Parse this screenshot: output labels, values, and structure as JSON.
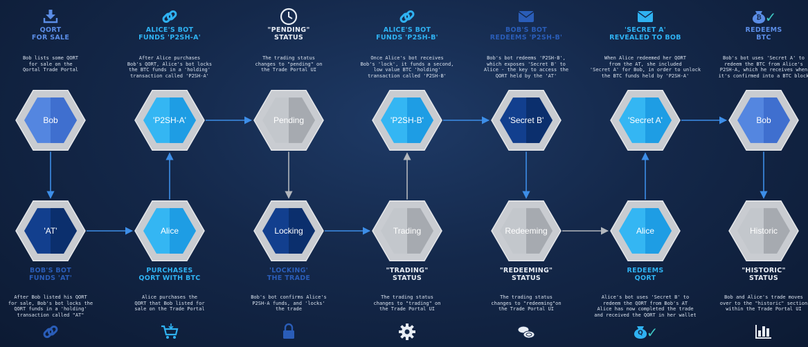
{
  "colors": {
    "dark_blue": "#103f8c",
    "mid_blue": "#4a78d6",
    "cyan": "#29a9ee",
    "grey": "#b3b7bd",
    "connector": "#3d8ee8"
  },
  "top_row": [
    {
      "node": "Bob",
      "style": "mid_blue",
      "icon": "download-icon",
      "title": [
        "QORT",
        "FOR SALE"
      ],
      "title_color": "#5b8de6",
      "desc": [
        "Bob lists some QORT",
        "for sale on the",
        "Qortal Trade Portal"
      ]
    },
    {
      "node": "'P2SH-A'",
      "style": "cyan",
      "icon": "link-icon",
      "title": [
        "ALICE'S BOT",
        "FUNDS 'P2SH-A'"
      ],
      "title_color": "#2fb2f2",
      "desc": [
        "After Alice purchases",
        "Bob's QORT, Alice's bot locks",
        "the BTC funds in a 'holding'",
        "transaction called 'P2SH-A'"
      ]
    },
    {
      "node": "Pending",
      "style": "grey",
      "icon": "clock-icon",
      "title": [
        "\"PENDING\"",
        "STATUS"
      ],
      "title_color": "#e8edf4",
      "desc": [
        "The trading status",
        "changes to \"pending\" on",
        "the Trade Portal UI"
      ]
    },
    {
      "node": "'P2SH-B'",
      "style": "cyan",
      "icon": "link-icon",
      "title": [
        "ALICE'S BOT",
        "FUNDS 'P2SH-B'"
      ],
      "title_color": "#2fb2f2",
      "desc": [
        "Once Alice's bot receives",
        "Bob's 'lock', it funds a second,",
        "low value BTC 'holding'",
        "transaction called 'P2SH-B'"
      ]
    },
    {
      "node": "'Secret B'",
      "style": "dark_blue",
      "icon": "envelope-icon",
      "title": [
        "BOB'S BOT",
        "REDEEMS 'P2SH-B'"
      ],
      "title_color": "#2a5db8",
      "desc": [
        "Bob's bot redeems 'P2SH-B',",
        "which exposes 'Secret B' to",
        "Alice - the key to access the",
        "QORT held by the 'AT'"
      ]
    },
    {
      "node": "'Secret A'",
      "style": "cyan",
      "icon": "envelope-icon",
      "title": [
        "'SECRET A'",
        "REVEALED TO BOB"
      ],
      "title_color": "#2fb2f2",
      "desc": [
        "When Alice redeemed her QORT",
        "from the AT, she included",
        "'Secret A' for Bob, in order to unlock",
        "the BTC funds held by 'P2SH-A'"
      ]
    },
    {
      "node": "Bob",
      "style": "mid_blue",
      "icon": "bitcoin-bag-check-icon",
      "title": [
        "REDEEMS",
        "BTC"
      ],
      "title_color": "#5b8de6",
      "desc": [
        "Bob's bot uses 'Secret A' to",
        "redeem the BTC from Alice's",
        "P2SH-A, which he receives when",
        "it's confirmed into a BTC block"
      ]
    }
  ],
  "bottom_row": [
    {
      "node": "'AT'",
      "style": "dark_blue",
      "icon": "link-icon",
      "title": [
        "BOB'S BOT",
        "FUNDS 'AT'"
      ],
      "title_color": "#2a5db8",
      "desc": [
        "After Bob listed his QORT",
        "for sale, Bob's bot locks the",
        "QORT funds in a 'holding'",
        "transaction called \"AT\""
      ]
    },
    {
      "node": "Alice",
      "style": "cyan",
      "icon": "cart-icon",
      "title": [
        "PURCHASES",
        "QORT WITH BTC"
      ],
      "title_color": "#2fb2f2",
      "desc": [
        "Alice purchases the",
        "QORT that Bob listed for",
        "sale on the Trade Portal"
      ]
    },
    {
      "node": "Locking",
      "style": "dark_blue",
      "icon": "lock-icon",
      "title": [
        "'LOCKING'",
        "THE TRADE"
      ],
      "title_color": "#2a5db8",
      "desc": [
        "Bob's bot confirms Alice's",
        "P2SH-A funds, and 'locks'",
        "the trade"
      ]
    },
    {
      "node": "Trading",
      "style": "grey",
      "icon": "gear-icon",
      "title": [
        "\"TRADING\"",
        "STATUS"
      ],
      "title_color": "#e8edf4",
      "desc": [
        "The trading status",
        "changes to \"trading\" on",
        "the Trade Portal UI"
      ]
    },
    {
      "node": "Redeeming",
      "style": "grey",
      "icon": "coins-icon",
      "title": [
        "\"REDEEMING\"",
        "STATUS"
      ],
      "title_color": "#e8edf4",
      "desc": [
        "The trading status",
        "changes to \"redeeming\"on",
        "the Trade Portal UI"
      ]
    },
    {
      "node": "Alice",
      "style": "cyan",
      "icon": "qort-bag-check-icon",
      "title": [
        "REDEEMS",
        "QORT"
      ],
      "title_color": "#2fb2f2",
      "desc": [
        "Alice's bot uses 'Secret B' to",
        "redeem the QORT from Bob's AT",
        "Alice has now completed the trade",
        "and received the QORT in her wallet"
      ]
    },
    {
      "node": "Historic",
      "style": "grey",
      "icon": "bar-chart-icon",
      "title": [
        "\"HISTORIC\"",
        "STATUS"
      ],
      "title_color": "#e8edf4",
      "desc": [
        "Bob and Alice's trade moves",
        "over to the \"historic\" section",
        "within the Trade Portal UI"
      ]
    }
  ],
  "bitcoin_symbol": "₿",
  "qort_symbol": "Q",
  "check_symbol": "✓",
  "connectors": [
    {
      "from": "top.0",
      "to": "bottom.0",
      "color": "connector"
    },
    {
      "from": "bottom.0",
      "to": "bottom.1",
      "color": "connector"
    },
    {
      "from": "bottom.1",
      "to": "top.1",
      "color": "connector"
    },
    {
      "from": "top.1",
      "to": "top.2",
      "color": "connector"
    },
    {
      "from": "top.2",
      "to": "bottom.2",
      "color": "grey"
    },
    {
      "from": "bottom.2",
      "to": "bottom.3",
      "color": "connector"
    },
    {
      "from": "bottom.3",
      "to": "top.3",
      "color": "grey"
    },
    {
      "from": "top.3",
      "to": "top.4",
      "color": "connector"
    },
    {
      "from": "top.4",
      "to": "bottom.4",
      "color": "connector"
    },
    {
      "from": "bottom.4",
      "to": "bottom.5",
      "color": "grey"
    },
    {
      "from": "bottom.5",
      "to": "top.5",
      "color": "connector"
    },
    {
      "from": "top.5",
      "to": "top.6",
      "color": "connector"
    },
    {
      "from": "top.6",
      "to": "bottom.6",
      "color": "connector"
    }
  ]
}
